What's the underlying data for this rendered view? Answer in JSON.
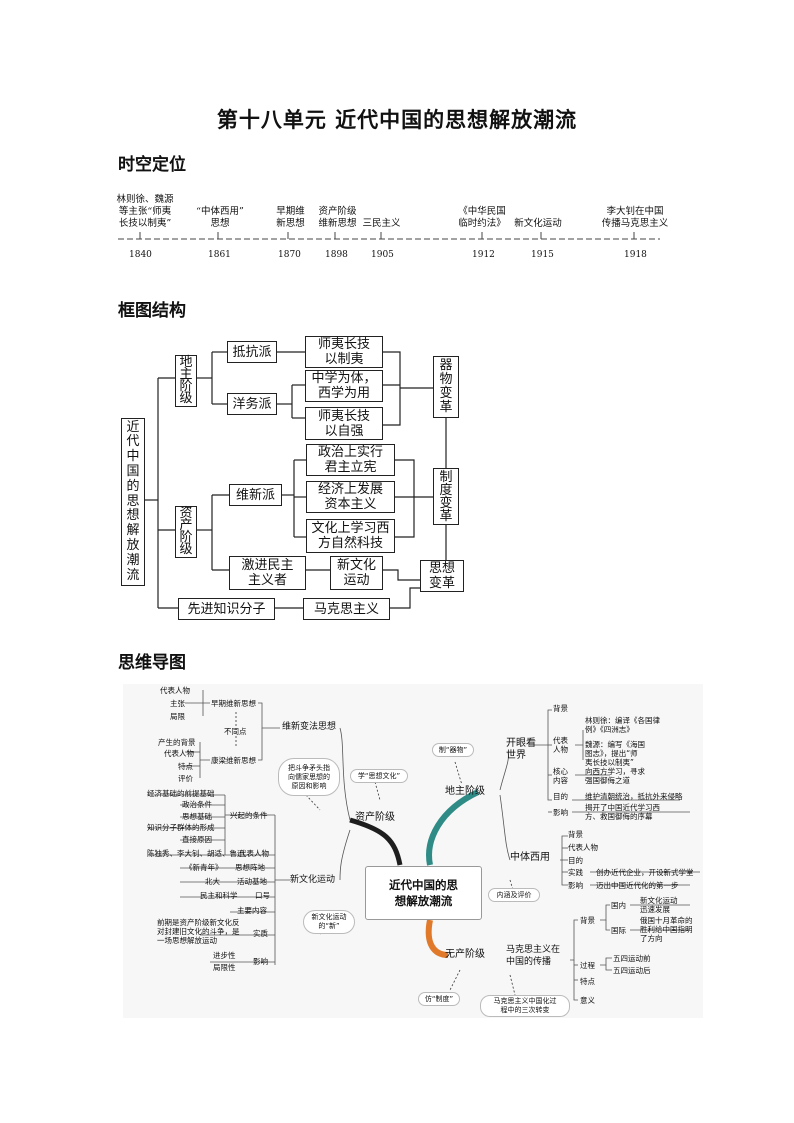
{
  "title": "第十八单元  近代中国的思想解放潮流",
  "sections": {
    "timeline": "时空定位",
    "framework": "框图结构",
    "mindmap": "思维导图"
  },
  "timeline": {
    "events": [
      {
        "label": "林则徐、魏源\n等主张“师夷\n长技以制夷”",
        "year": "1840"
      },
      {
        "label": "“中体西用”\n思想",
        "year": "1861"
      },
      {
        "label": "早期维\n新思想",
        "year": "1870"
      },
      {
        "label": "资产阶级\n维新思想",
        "year": "1898"
      },
      {
        "label": "三民主义",
        "year": "1905"
      },
      {
        "label": "《中华民国\n临时约法》",
        "year": "1912"
      },
      {
        "label": "新文化运动",
        "year": "1915"
      },
      {
        "label": "李大钊在中国\n传播马克思主义",
        "year": "1918"
      }
    ]
  },
  "framework": {
    "root": "近\n代\n中\n国\n的\n思\n想\n解\n放\n潮\n流",
    "landlord": "地\n主\n阶\n级",
    "bourgeois": "资\n产\n阶\n级",
    "resist": "抵抗派",
    "westernization": "洋务派",
    "reform": "维新派",
    "radical": "激进民主\n主义者",
    "intellectuals": "先进知识分子",
    "shiyi1": "师夷长技\n以制夷",
    "zhongti": "中学为体，\n西学为用",
    "shiyi2": "师夷长技\n以自强",
    "politics": "政治上实行\n君主立宪",
    "economy": "经济上发展\n资本主义",
    "culture": "文化上学习西\n方自然科技",
    "newculture": "新文化\n运动",
    "marxism": "马克思主义",
    "qiwu": "器\n物\n变\n革",
    "zhidu": "制\n度\n变\n革",
    "sixiang": "思想\n变革"
  },
  "mindmap": {
    "center": "近代中国的思\n想解放潮流",
    "landlord": "地主阶级",
    "bourgeois": "资产阶级",
    "proletariat": "无产阶级",
    "kaiyan": "开眼看\n世界",
    "zhongti": "中体西用",
    "weixin": "维新变法思想",
    "xinwenhua": "新文化运动",
    "makesi": "马克思主义在\n中国的传播",
    "bubble_zhiqi": "制“器物”",
    "bubble_sixiang": "学“思想文化”",
    "bubble_zhidu": "仿“制度”",
    "bubble_shengzhe": "把斗争矛头指\n向儒家思想的\n原因和影响",
    "bubble_xin": "新文化运动\n的“新”",
    "bubble_neihan": "内涵及评价",
    "bubble_sanci": "马克思主义中国化过\n程中的三次转变",
    "left": {
      "zaoqi": "早期维新思想",
      "daibiao1": "代表人物",
      "zhuzhang": "主张",
      "juxian": "局限",
      "butong": "不同点",
      "kangliang": "康梁维新思想",
      "beijing": "产生的背景",
      "daibiao2": "代表人物",
      "tedian": "特点",
      "pingjia": "评价",
      "xingqi": "兴起的条件",
      "jingji": "经济基础的前提基础",
      "zhengzhi": "政治条件",
      "sixiangjichu": "思想基础",
      "zhishi": "知识分子群体的形成",
      "zhuti": "直接原因",
      "renwu": "陈独秀、李大钊、胡适、鲁迅",
      "daibiaorenwu": "代表人物",
      "xinqingnian": "《新青年》",
      "zhendi": "思想阵地",
      "beida": "北大",
      "jidi": "活动基地",
      "kouhao": "口号",
      "minzhu": "民主和科学",
      "zhuyao": "主要内容",
      "shijian": "实质",
      "shizhi": "前期是资产阶级新文化反\n对封建旧文化的斗争，是\n一场思想解放运动",
      "jinbu": "进步性",
      "juxianxing": "局限性",
      "yingxiang": "影响"
    },
    "right": {
      "beijing": "背景",
      "daibiao": "代表\n人物",
      "linzexu": "林则徐：编译《各国律\n例》《四洲志》",
      "weiyuan": "魏源：编写《海国\n图志》，提出“师\n夷长技以制夷”",
      "hexin": "核心\n内容",
      "hexin_text": "向西方学习，寻求\n强国御侮之道",
      "mudi": "目的",
      "mudi_text": "维护清朝统治，抵抗外来侵略",
      "yingxiang": "影响",
      "yingxiang_text": "揭开了中国近代学习西\n方、救国御侮的序幕",
      "zt_beijing": "背景",
      "zt_daibiao": "代表人物",
      "zt_mudi": "目的",
      "zt_shijian": "实践",
      "zt_shijian_text": "创办近代企业，开设新式学堂",
      "zt_yingxiang": "影响",
      "zt_yingxiang_text": "迈出中国近代化的第一步",
      "mk_beijing": "背景",
      "guonei": "国内",
      "guoji": "国际",
      "guonei_text": "新文化运动\n迅速发展",
      "guoji_text": "俄国十月革命的\n胜利给中国指明\n了方向",
      "guocheng": "过程",
      "wusi_qian": "五四运动前",
      "wusi_hou": "五四运动后",
      "tedian": "特点",
      "yiyi": "意义"
    }
  }
}
